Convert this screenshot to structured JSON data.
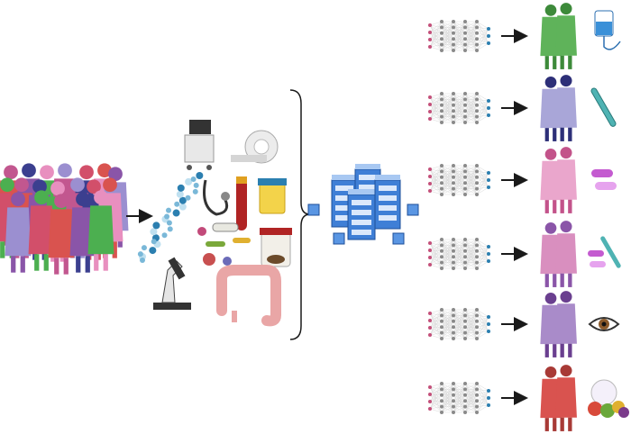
{
  "colors": {
    "input_node": "#c4507a",
    "hidden_node": "#8a8a8a",
    "output_node": "#2b7fb0",
    "edge": "#d9d9d9",
    "arrow": "#1a1a1a",
    "server": "#3f7fd6",
    "brace": "#1a1a1a"
  },
  "population": {
    "icon": "diverse-patient-crowd-icon",
    "colors": [
      "#d9534f",
      "#8a55a8",
      "#4caf50",
      "#c2578f",
      "#3b3f8f",
      "#e88fbf",
      "#9b8fd0",
      "#d24f6a"
    ]
  },
  "data_sources": [
    {
      "icon": "ultrasound-machine-icon"
    },
    {
      "icon": "mri-scanner-icon"
    },
    {
      "icon": "dna-helix-icon"
    },
    {
      "icon": "stethoscope-icon"
    },
    {
      "icon": "blood-tube-icon"
    },
    {
      "icon": "urine-cup-icon"
    },
    {
      "icon": "microbes-icon"
    },
    {
      "icon": "stool-sample-icon"
    },
    {
      "icon": "microscope-icon"
    },
    {
      "icon": "colon-icon"
    }
  ],
  "server_icon": "data-server-icon",
  "network": {
    "inputs": 4,
    "hidden_layers": 4,
    "hidden_nodes": 6,
    "outputs": 3
  },
  "subgroups": [
    {
      "patient_color": "#5fb35a",
      "patient_dark": "#3d8a3a",
      "treatment_icon": "iv-bag-icon"
    },
    {
      "patient_color": "#a9a6d8",
      "patient_dark": "#2d2f78",
      "treatment_icon": "injection-pen-icon"
    },
    {
      "patient_color": "#eaa6cc",
      "patient_dark": "#c3538a",
      "treatment_icon": "pills-icon"
    },
    {
      "patient_color": "#d98fbf",
      "patient_dark": "#8a55a8",
      "treatment_icon": "pills-and-pen-icon"
    },
    {
      "patient_color": "#a98bc9",
      "patient_dark": "#6a3f8f",
      "treatment_icon": "eye-icon"
    },
    {
      "patient_color": "#d9534f",
      "patient_dark": "#a83a36",
      "treatment_icon": "diet-food-icon"
    }
  ]
}
